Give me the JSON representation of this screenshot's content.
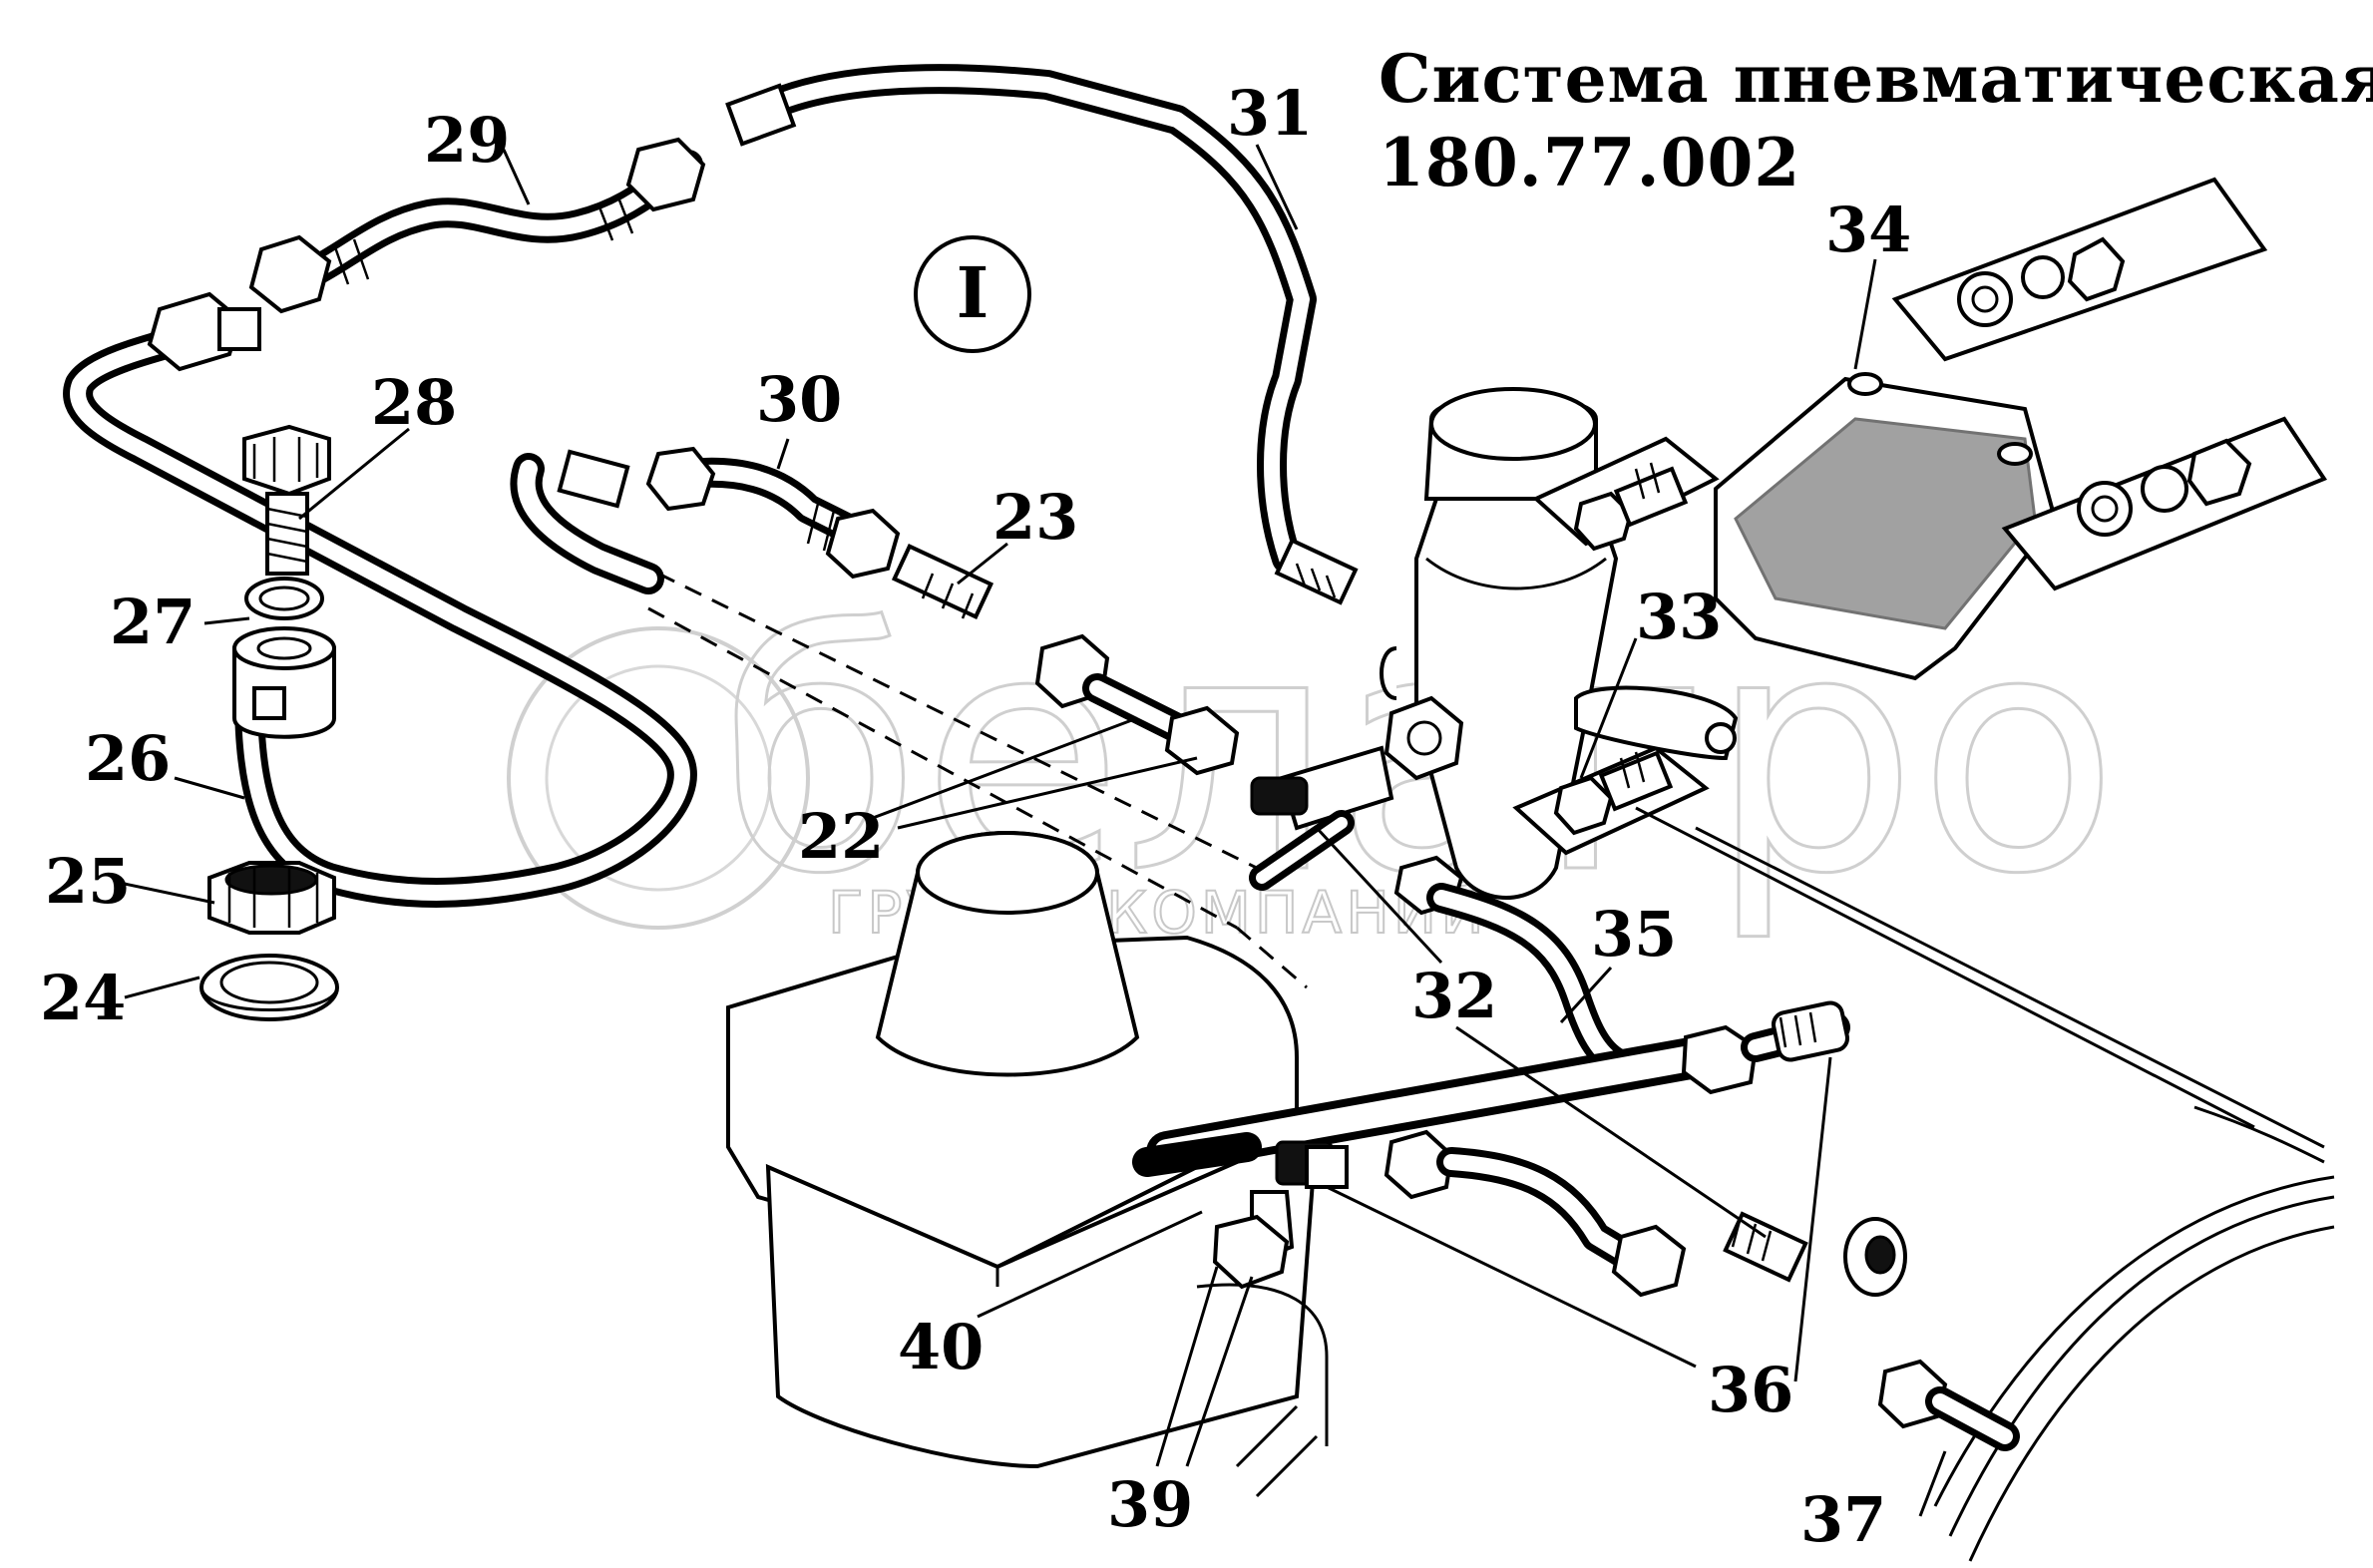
{
  "title": {
    "line1": "Система пневматическая",
    "line2": "180.77.002"
  },
  "view_marker": "I",
  "watermark": {
    "logo_text": "белагро",
    "subtitle": "ГРУППА КОМПАНИЙ"
  },
  "callouts": {
    "n22": "22",
    "n23": "23",
    "n24": "24",
    "n25": "25",
    "n26": "26",
    "n27": "27",
    "n28": "28",
    "n29": "29",
    "n30": "30",
    "n31": "31",
    "n32": "32",
    "n33": "33",
    "n34": "34",
    "n35": "35",
    "n36": "36",
    "n37": "37",
    "n39": "39",
    "n40": "40"
  }
}
